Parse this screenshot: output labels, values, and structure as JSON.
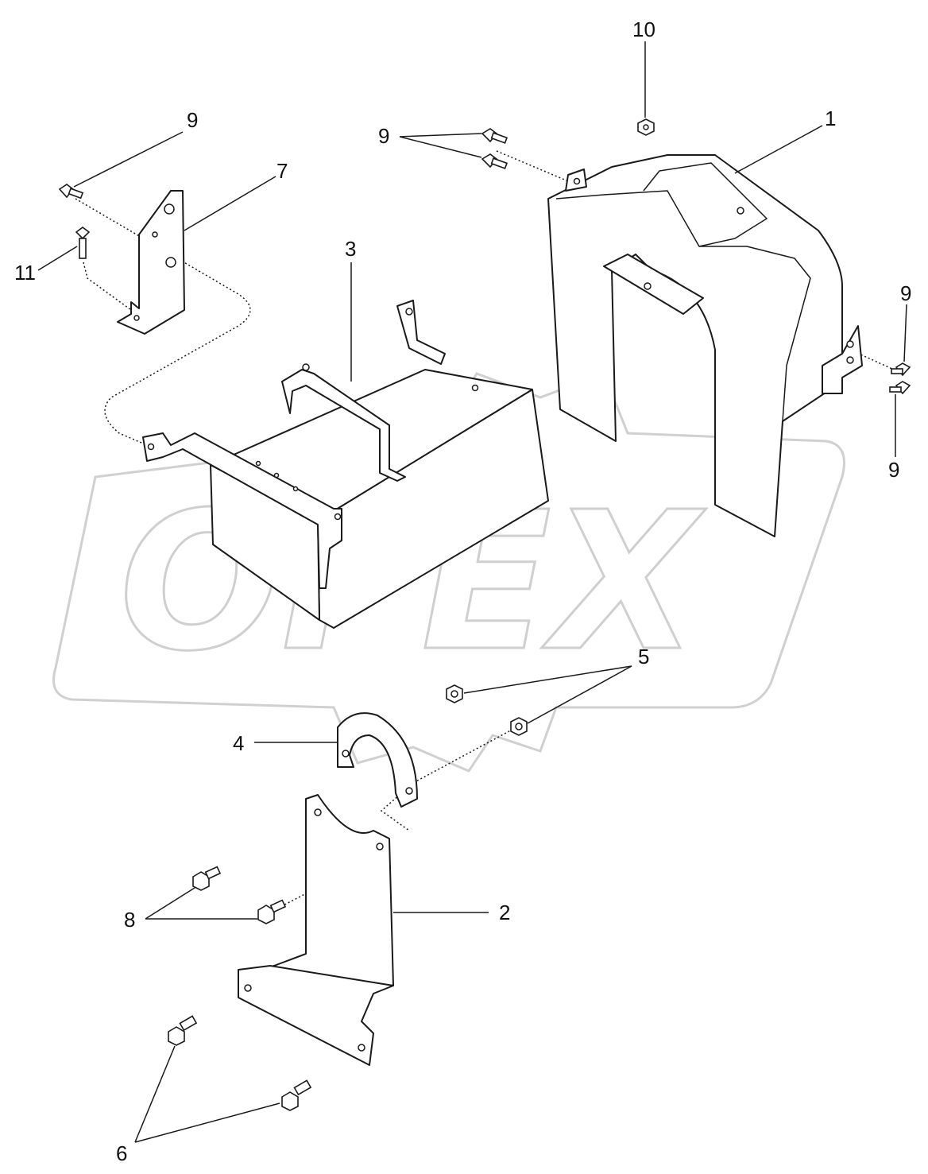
{
  "watermark": {
    "text": "OPEX"
  },
  "callouts": {
    "c1": "1",
    "c2": "2",
    "c3": "3",
    "c4": "4",
    "c5": "5",
    "c6": "6",
    "c7": "7",
    "c8": "8",
    "c9_top_left": "9",
    "c9_top_center": "9",
    "c9_right_top": "9",
    "c9_right_bottom": "9",
    "c10": "10",
    "c11": "11"
  },
  "colors": {
    "line": "#1a1a1a",
    "watermark": "#d0d0d0",
    "background": "#ffffff"
  }
}
